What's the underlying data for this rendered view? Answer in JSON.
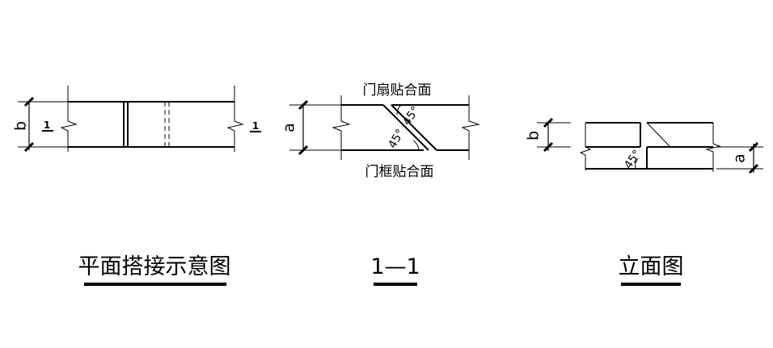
{
  "plan_view": {
    "dimension_label": "b",
    "section_mark_left": "1",
    "section_mark_right": "1",
    "caption": "平面搭接示意图"
  },
  "section_view": {
    "dimension_label": "a",
    "top_note": "门扇贴合面",
    "bottom_note": "门框贴合面",
    "angle_top": "45°",
    "angle_bottom": "45°",
    "caption": "1—1"
  },
  "elevation_view": {
    "dimension_left": "b",
    "dimension_right": "a",
    "angle": "45°",
    "caption": "立面图"
  }
}
